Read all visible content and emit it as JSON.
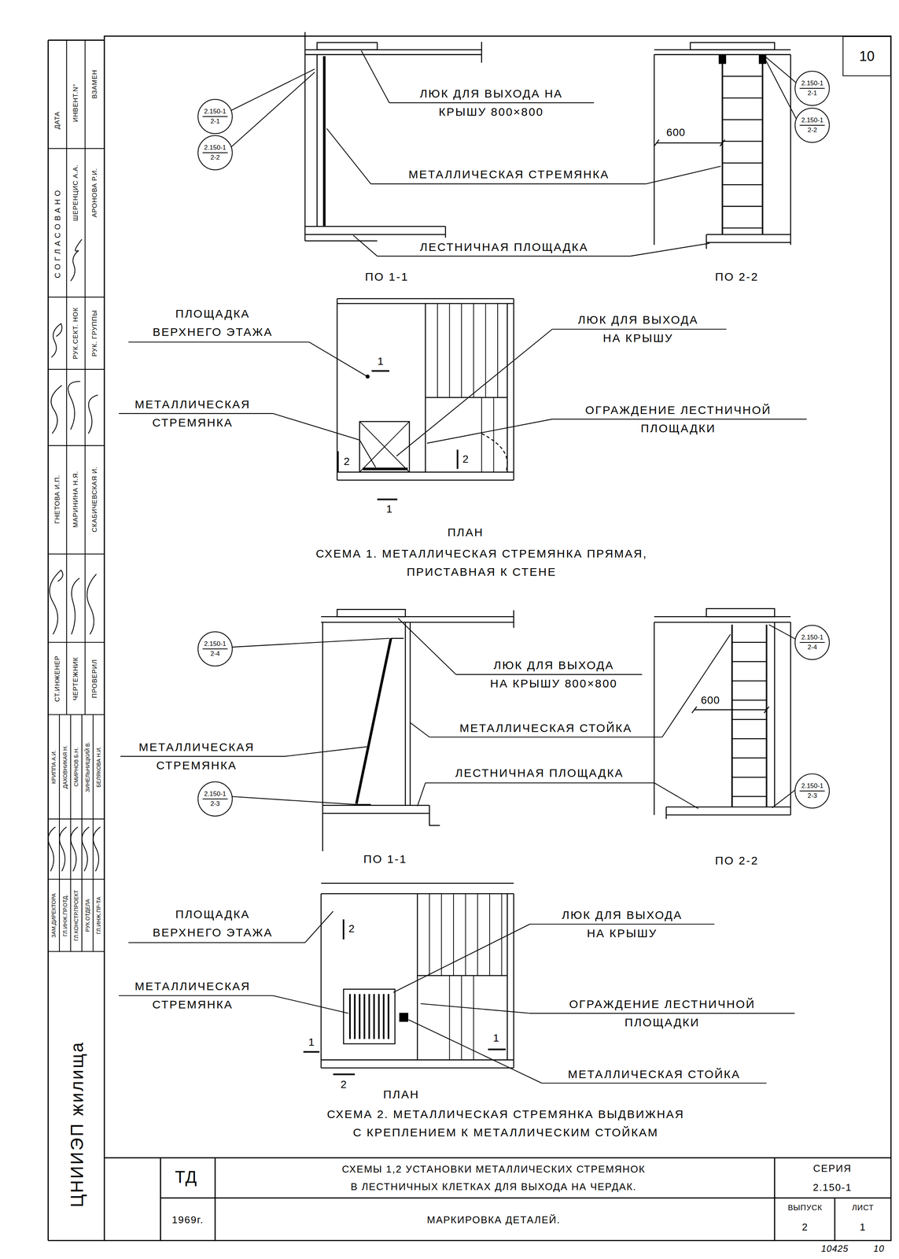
{
  "diagram": {
    "title": "СХЕМЫ 1,2 УСТАНОВКИ МЕТАЛЛИЧЕСКИХ СТРЕМЯНОК В ЛЕСТНИЧНЫХ КЛЕТКАХ ДЛЯ ВЫХОДА НА ЧЕРДАК.",
    "nodes": [
      {
        "text": [
          "10"
        ]
      },
      {
        "text": [
          "2.150-1",
          "2-1"
        ]
      },
      {
        "text": [
          "2.150-1",
          "2-2"
        ]
      },
      {
        "text": [
          "2.150-1",
          "2-1"
        ]
      },
      {
        "text": [
          "2.150-1",
          "2-2"
        ]
      },
      {
        "text": [
          "2.150-1",
          "2-4"
        ]
      },
      {
        "text": [
          "2.150-1",
          "2-4"
        ]
      },
      {
        "text": [
          "2.150-1",
          "2-3"
        ]
      },
      {
        "text": [
          "2.150-1",
          "2-3"
        ]
      }
    ],
    "labels": [
      "ЛЮК ДЛЯ ВЫХОДА НА КРЫШУ 800×800",
      "МЕТАЛЛИЧЕСКАЯ СТРЕМЯНКА",
      "600",
      "ЛЕСТНИЧНАЯ ПЛОЩАДКА",
      "ПО 1-1",
      "ПО 2-2",
      "ПЛОЩАДКА ВЕРХНЕГО ЭТАЖА",
      "1",
      "ЛЮК ДЛЯ ВЫХОДА НА КРЫШУ",
      "МЕТАЛЛИЧЕСКАЯ СТРЕМЯНКА",
      "ОГРАЖДЕНИЕ ЛЕСТНИЧНОЙ ПЛОЩАДКИ",
      "2",
      "2",
      "1",
      "ПЛАН",
      "СХЕМА 1. МЕТАЛЛИЧЕСКАЯ СТРЕМЯНКА ПРЯМАЯ, ПРИСТАВНАЯ К СТЕНЕ",
      "ЛЮК ДЛЯ ВЫХОДА НА КРЫШУ 800×800",
      "МЕТАЛЛИЧЕСКАЯ СТРЕМЯНКА",
      "МЕТАЛЛИЧЕСКАЯ СТОЙКА",
      "600",
      "ЛЕСТНИЧНАЯ ПЛОЩАДКА",
      "ПО 1-1",
      "ПО 2-2",
      "ПЛОЩАДКА ВЕРХНЕГО ЭТАЖА",
      "2",
      "ЛЮК ДЛЯ ВЫХОДА НА КРЫШУ",
      "МЕТАЛЛИЧЕСКАЯ СТРЕМЯНКА",
      "ОГРАЖДЕНИЕ ЛЕСТНИЧНОЙ ПЛОЩАДКИ",
      "1",
      "1",
      "МЕТАЛЛИЧЕСКАЯ СТОЙКА",
      "2",
      "ПЛАН",
      "СХЕМА 2. МЕТАЛЛИЧЕСКАЯ СТРЕМЯНКА ВЫДВИЖНАЯ С КРЕПЛЕНИЕМ К МЕТАЛЛИЧЕСКИМ СТОЙКАМ",
      "ТД",
      "1969г.",
      "МАРКИРОВКА ДЕТАЛЕЙ.",
      "СЕРИЯ",
      "2.150-1",
      "ВЫПУСК",
      "2",
      "ЛИСТ",
      "1",
      "10425",
      "10",
      "ЦНИИЭП жилища",
      "ДАТА",
      "ИНВЕНТ.N°",
      "ВЗАМЕН",
      "СОГЛАСОВАНО",
      "ШЕРЕНЦИС А.А.",
      "АРОНОВА Р.И.",
      "РУК.СЕКТ. НОК",
      "РУК. ГРУППЫ",
      "ГНЕТОВА И.П.",
      "МАРИНИНА Н.Я.",
      "СКАБИЧЕВСКАЯ И.",
      "СТ.ИНЖЕНЕР",
      "ЧЕРТЕЖНИК",
      "ПРОВЕРИЛ",
      "КРИППА А.И.",
      "ДАХОВНИКАЯ Н.",
      "СМИРНОВ Б.Н.",
      "ЗИНЕЛЬНИЦКИЙ В.",
      "БЕЛЯКОВА Н.И.",
      "ЗАМ.ДИРЕКТОРА",
      "ГЛ.ИНЖ.ПР.ОТД.",
      "ГЛ.КОНСТР.ПРОЕКТ",
      "РУК.ОТДЕЛА",
      "ГЛ.ИНЖ.ПР-ТА"
    ]
  }
}
